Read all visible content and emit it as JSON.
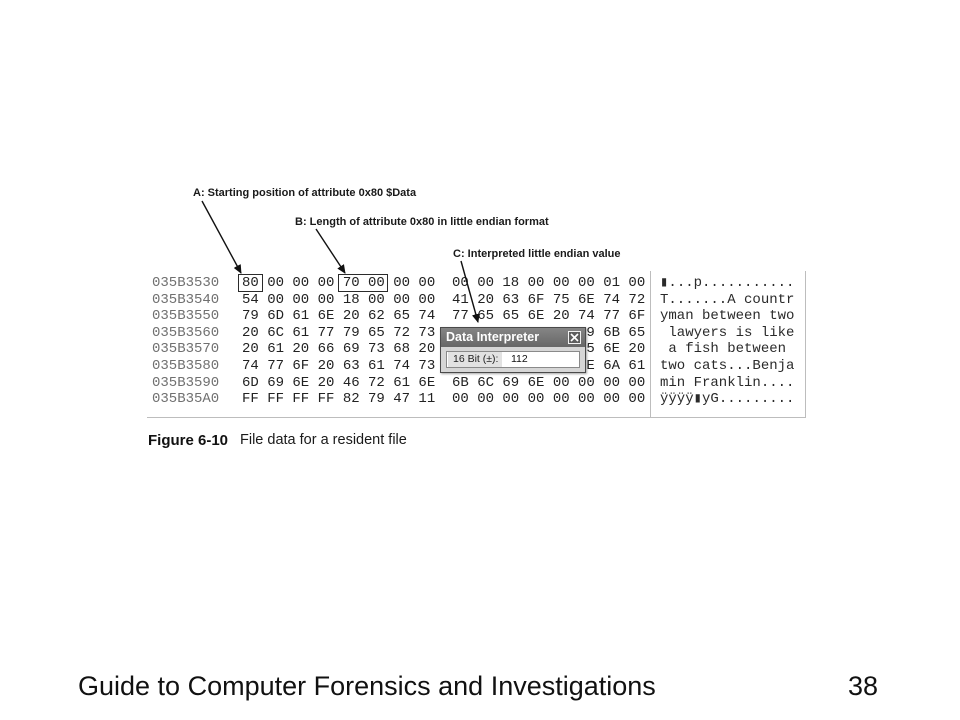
{
  "annotations": {
    "a": "A: Starting position of attribute 0x80 $Data",
    "b": "B: Length of attribute 0x80 in little endian format",
    "c": "C: Interpreted little endian value"
  },
  "hex_view": {
    "rows": [
      {
        "offset": "035B3530",
        "hex_left": "80 00 00 00 70 00 00 00",
        "hex_right": "00 00 18 00 00 00 01 00",
        "text": "▮...p..........."
      },
      {
        "offset": "035B3540",
        "hex_left": "54 00 00 00 18 00 00 00",
        "hex_right": "41 20 63 6F 75 6E 74 72",
        "text": "T.......A countr"
      },
      {
        "offset": "035B3550",
        "hex_left": "79 6D 61 6E 20 62 65 74",
        "hex_right": "77 65 65 6E 20 74 77 6F",
        "text": "yman between two"
      },
      {
        "offset": "035B3560",
        "hex_left": "20 6C 61 77 79 65 72 73",
        "hex_right": "9 6B 65",
        "text": " lawyers is like"
      },
      {
        "offset": "035B3570",
        "hex_left": "20 61 20 66 69 73 68 20",
        "hex_right": "5 6E 20",
        "text": " a fish between "
      },
      {
        "offset": "035B3580",
        "hex_left": "74 77 6F 20 63 61 74 73",
        "hex_right": "E 6A 61",
        "text": "two cats...Benja"
      },
      {
        "offset": "035B3590",
        "hex_left": "6D 69 6E 20 46 72 61 6E",
        "hex_right": "6B 6C 69 6E 00 00 00 00",
        "text": "min Franklin...."
      },
      {
        "offset": "035B35A0",
        "hex_left": "FF FF FF FF 82 79 47 11",
        "hex_right": "00 00 00 00 00 00 00 00",
        "text": "ÿÿÿÿ▮yG........."
      }
    ]
  },
  "data_interpreter": {
    "title": "Data Interpreter",
    "label": "16 Bit (±):",
    "value": "112",
    "close_icon": "close-icon"
  },
  "caption": {
    "number": "Figure 6-10",
    "text": "File data for a resident file"
  },
  "footer": {
    "title": "Guide to Computer Forensics and Investigations",
    "page": "38"
  },
  "colors": {
    "offset_text": "#707070",
    "rule": "#bdbdbd",
    "interpreter_title_bar": "#676767"
  }
}
